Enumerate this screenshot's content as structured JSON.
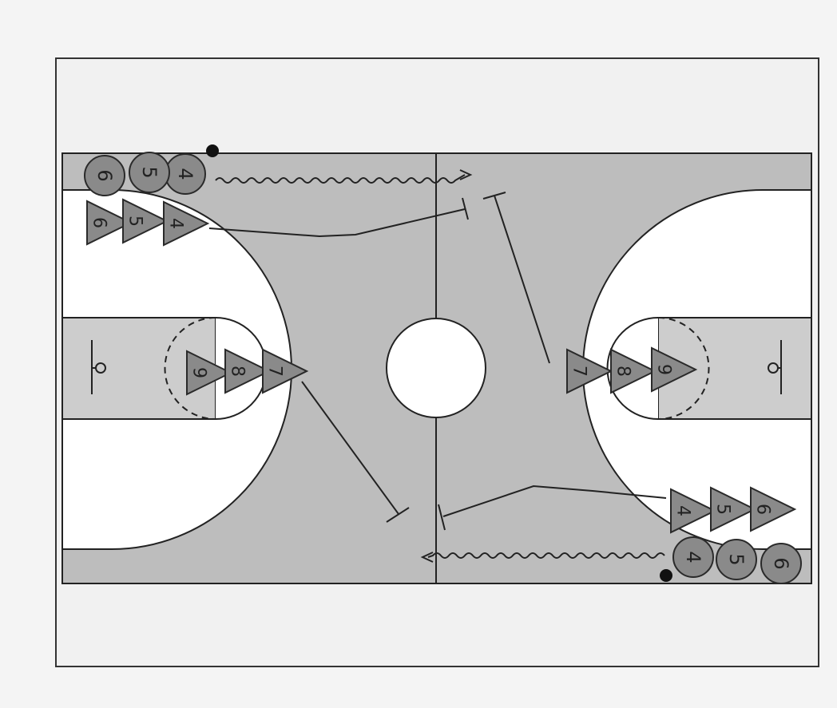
{
  "colors": {
    "page": "#f4f4f4",
    "frame_fill": "#f1f1f1",
    "frame_line": "#333333",
    "court_gray": "#bdbdbd",
    "key_gray": "#cdcdcd",
    "court_white": "#ffffff",
    "line": "#222222",
    "marker_fill": "#8a8a8a",
    "marker_stroke": "#2a2a2a",
    "ball": "#111111"
  },
  "icons": {
    "cone": "triangle-cone-icon",
    "player": "circle-player-icon",
    "ball": "ball-dot-icon"
  },
  "left_side": {
    "circle_players": [
      "6",
      "5",
      "4"
    ],
    "wing_cones": [
      "6",
      "5",
      "4"
    ],
    "key_cones": [
      "9",
      "8",
      "7"
    ]
  },
  "right_side": {
    "key_cones": [
      "7",
      "8",
      "9"
    ],
    "wing_cones": [
      "4",
      "5",
      "6"
    ],
    "circle_players": [
      "4",
      "5",
      "6"
    ]
  }
}
